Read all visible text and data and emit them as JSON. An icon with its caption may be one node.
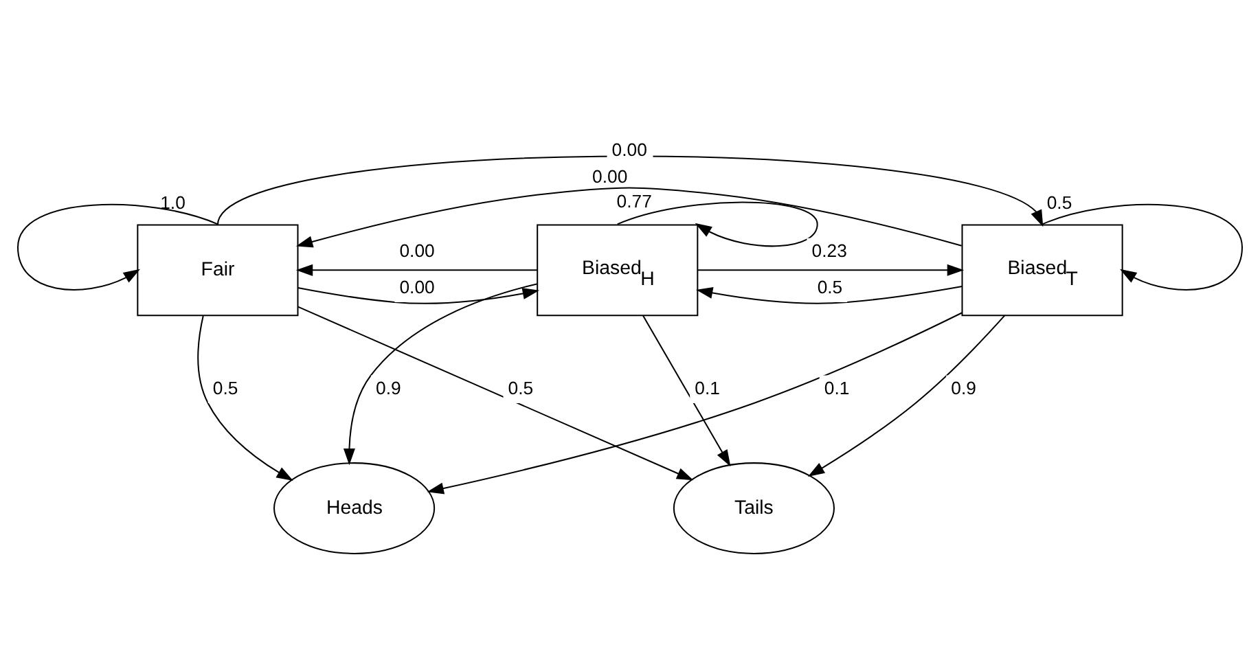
{
  "diagram": {
    "nodes": [
      {
        "text": [
          "Fair"
        ]
      },
      {
        "text": [
          "Biased$_{H}$"
        ]
      },
      {
        "text": [
          "Biased$_{T}$"
        ]
      },
      {
        "text": [
          "Heads"
        ]
      },
      {
        "text": [
          "Tails"
        ]
      }
    ],
    "edges": [
      {
        "from": 0,
        "to": 2,
        "arrow": "to",
        "label": "0.00"
      },
      {
        "from": 2,
        "to": 0,
        "arrow": "to",
        "label": "0.00"
      },
      {
        "from": 0,
        "to": 0,
        "arrow": "to",
        "label": "1.0"
      },
      {
        "from": 1,
        "to": 0,
        "arrow": "to",
        "label": "0.00"
      },
      {
        "from": 1,
        "to": 1,
        "arrow": "to",
        "label": "0.77"
      },
      {
        "from": 2,
        "to": 1,
        "arrow": "to",
        "label": "0.5"
      },
      {
        "from": 2,
        "to": 2,
        "arrow": "to",
        "label": "0.5"
      },
      {
        "from": 0,
        "to": 1,
        "arrow": "to",
        "label": "0.00"
      },
      {
        "from": 1,
        "to": 2,
        "arrow": "to",
        "label": "0.23"
      },
      {
        "from": 0,
        "to": 3,
        "arrow": "to",
        "label": "0.5"
      },
      {
        "from": 0,
        "to": 4,
        "arrow": "to",
        "label": "0.5"
      },
      {
        "from": 1,
        "to": 3,
        "arrow": "to",
        "label": "0.9"
      },
      {
        "from": 1,
        "to": 4,
        "arrow": "to",
        "label": "0.1"
      },
      {
        "from": 2,
        "to": 3,
        "arrow": "to",
        "label": "0.1"
      },
      {
        "from": 2,
        "to": 4,
        "arrow": "to",
        "label": "0.9"
      }
    ]
  }
}
